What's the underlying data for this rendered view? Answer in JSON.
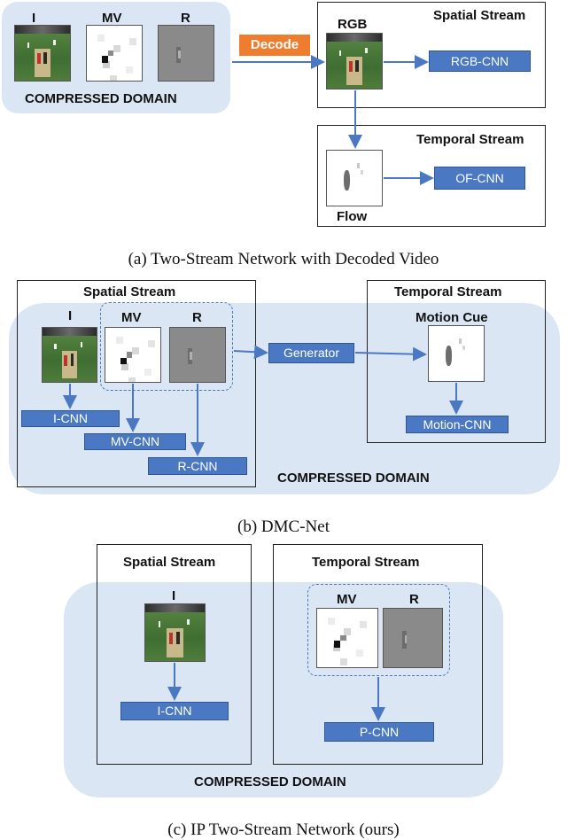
{
  "panel_a": {
    "labels": {
      "I": "I",
      "MV": "MV",
      "R": "R"
    },
    "domain_label": "COMPRESSED DOMAIN",
    "decode": "Decode",
    "spatial_title": "Spatial Stream",
    "temporal_title": "Temporal Stream",
    "rgb_label": "RGB",
    "flow_label": "Flow",
    "rgb_cnn": "RGB-CNN",
    "of_cnn": "OF-CNN",
    "caption": "(a) Two-Stream Network with Decoded Video"
  },
  "panel_b": {
    "spatial_title": "Spatial Stream",
    "temporal_title": "Temporal Stream",
    "labels": {
      "I": "I",
      "MV": "MV",
      "R": "R"
    },
    "motion_cue": "Motion Cue",
    "generator": "Generator",
    "i_cnn": "I-CNN",
    "mv_cnn": "MV-CNN",
    "r_cnn": "R-CNN",
    "motion_cnn": "Motion-CNN",
    "domain_label": "COMPRESSED DOMAIN",
    "caption": "(b) DMC-Net"
  },
  "panel_c": {
    "spatial_title": "Spatial Stream",
    "temporal_title": "Temporal Stream",
    "labels": {
      "I": "I",
      "MV": "MV",
      "R": "R"
    },
    "i_cnn": "I-CNN",
    "p_cnn": "P-CNN",
    "domain_label": "COMPRESSED DOMAIN",
    "caption": "(c) IP Two-Stream Network (ours)"
  },
  "colors": {
    "cnn_box": "#4a78c2",
    "decode_box": "#ee7d2f",
    "domain_bg": "#dbe6f4",
    "arrow": "#4a78c2"
  }
}
